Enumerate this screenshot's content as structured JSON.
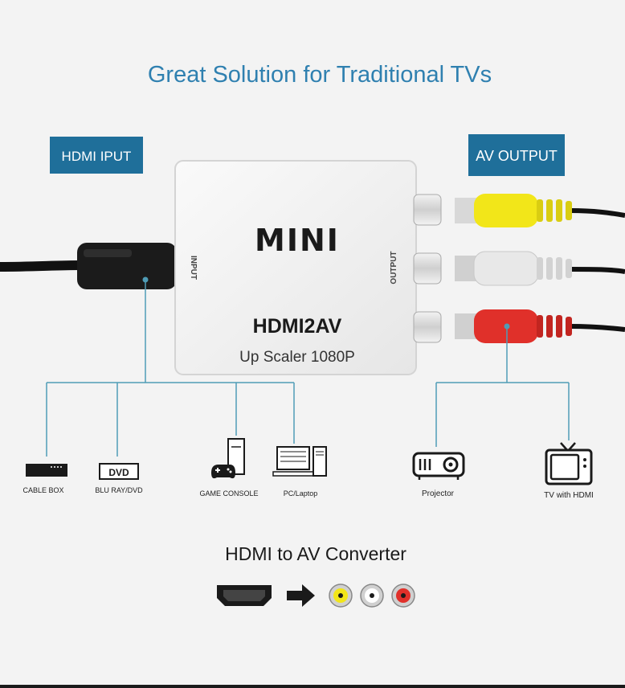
{
  "headline": "Great Solution for Traditional TVs",
  "input_label": "HDMI IPUT",
  "output_label": "AV OUTPUT",
  "device": {
    "brand": "MINI",
    "model": "HDMI2AV",
    "subtitle": "Up Scaler 1080P",
    "input_side_text": "INPUT",
    "output_side_text": "OUTPUT"
  },
  "sources": [
    {
      "label": "CABLE BOX",
      "icon": "cable-box-icon"
    },
    {
      "label": "BLU RAY/DVD",
      "icon": "dvd-player-icon",
      "badge": "DVD"
    },
    {
      "label": "GAME CONSOLE",
      "icon": "game-console-icon"
    },
    {
      "label": "PC/Laptop",
      "icon": "pc-icon"
    }
  ],
  "outputs": [
    {
      "label": "Projector",
      "icon": "projector-icon"
    },
    {
      "label": "TV with HDMI",
      "icon": "tv-icon"
    }
  ],
  "footer_title": "HDMI to AV Converter",
  "colors": {
    "accent_blue": "#1f6f9a",
    "headline_blue": "#2f80b0",
    "connector_line": "#4f9cb6",
    "rca_yellow": "#f2e619",
    "rca_white": "#e8e8e8",
    "rca_red": "#e0302a"
  }
}
